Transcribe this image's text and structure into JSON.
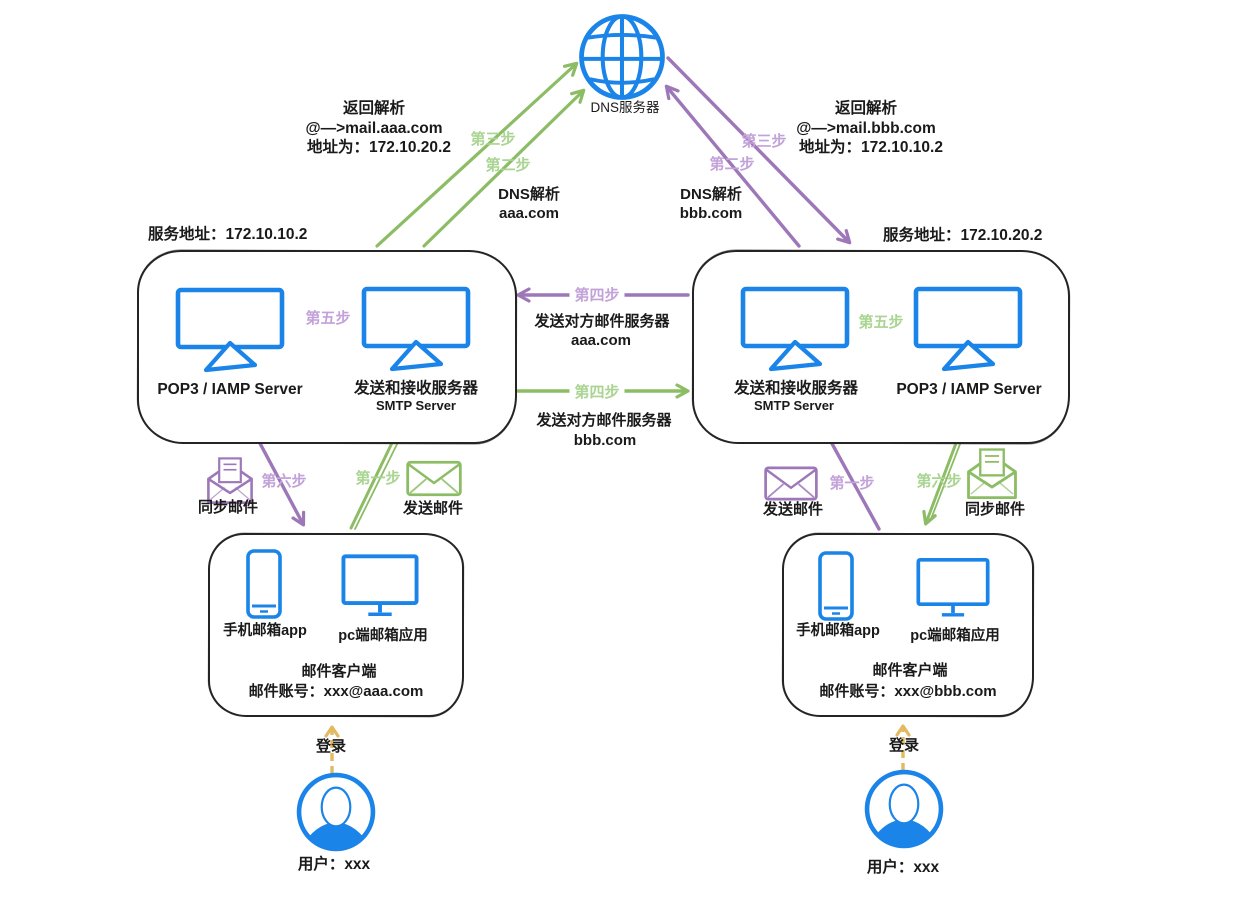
{
  "colors": {
    "blue": "#1b84e8",
    "black": "#1a1a1a",
    "green_arrow": "#8cbd65",
    "green_label": "#a9d491",
    "purple_arrow": "#9d77b8",
    "purple_label": "#c3a2d9",
    "yellow": "#e2ba62"
  },
  "dns": {
    "label": "DNS服务器"
  },
  "left_resolution": [
    "返回解析",
    "@—>mail.aaa.com",
    "地址为：172.10.20.2"
  ],
  "right_resolution": [
    "返回解析",
    "@—>mail.bbb.com",
    "地址为：172.10.10.2"
  ],
  "left_dns_query": [
    "DNS解析",
    "aaa.com"
  ],
  "right_dns_query": [
    "DNS解析",
    "bbb.com"
  ],
  "steps": {
    "s1": "第一步",
    "s2": "第二步",
    "s3": "第三步",
    "s4": "第四步",
    "s5": "第五步",
    "s6": "第六步"
  },
  "left_server": {
    "address": "服务地址：172.10.10.2",
    "pop3": "POP3 / IAMP Server",
    "smtp_cn": "发送和接收服务器",
    "smtp_en": "SMTP Server"
  },
  "right_server": {
    "address": "服务地址：172.10.20.2",
    "pop3": "POP3 / IAMP Server",
    "smtp_cn": "发送和接收服务器",
    "smtp_en": "SMTP Server"
  },
  "relay_to_aaa": {
    "desc": "发送对方邮件服务器",
    "domain": "aaa.com"
  },
  "relay_to_bbb": {
    "desc": "发送对方邮件服务器",
    "domain": "bbb.com"
  },
  "left_mail": {
    "sync": "同步邮件",
    "send": "发送邮件"
  },
  "right_mail": {
    "send": "发送邮件",
    "sync": "同步邮件"
  },
  "left_client": {
    "phone": "手机邮箱app",
    "pc": "pc端邮箱应用",
    "title": "邮件客户端",
    "account": "邮件账号：xxx@aaa.com",
    "login": "登录",
    "user": "用户：xxx"
  },
  "right_client": {
    "phone": "手机邮箱app",
    "pc": "pc端邮箱应用",
    "title": "邮件客户端",
    "account": "邮件账号：xxx@bbb.com",
    "login": "登录",
    "user": "用户：xxx"
  }
}
